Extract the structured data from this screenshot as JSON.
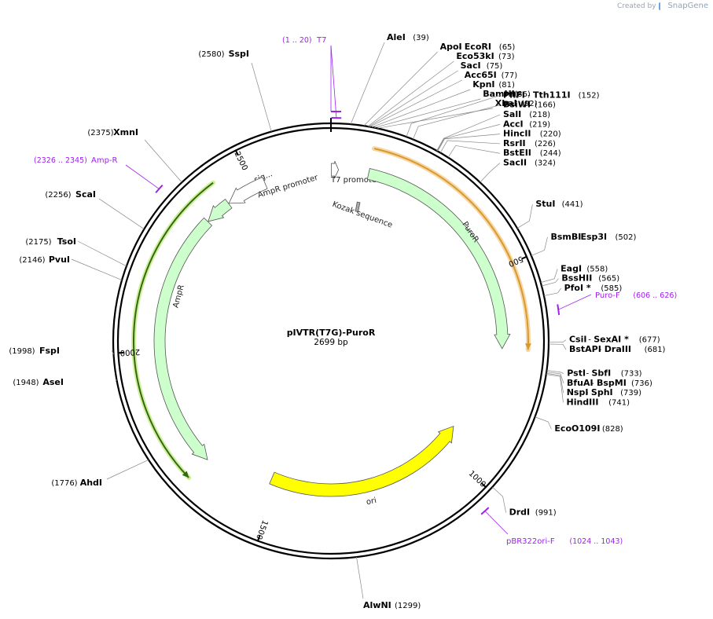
{
  "credit": {
    "prefix": "Created by",
    "brand": "SnapGene"
  },
  "plasmid": {
    "name": "pIVTR(T7G)-PuroR",
    "length_label": "2699 bp",
    "length": 2699
  },
  "ticks": [
    {
      "pos": 500,
      "label": "500"
    },
    {
      "pos": 1000,
      "label": "1000"
    },
    {
      "pos": 1500,
      "label": "1500"
    },
    {
      "pos": 2000,
      "label": "2000"
    },
    {
      "pos": 2500,
      "label": "2500"
    }
  ],
  "sites": [
    {
      "name": "AleI",
      "pos_label": "(39)",
      "pos": 39
    },
    {
      "name": "ApoI",
      "name2": "EcoRI",
      "pos_label": "(65)",
      "pos": 65
    },
    {
      "name": "Eco53kI",
      "pos_label": "(73)",
      "pos": 73
    },
    {
      "name": "SacI",
      "pos_label": "(75)",
      "pos": 75
    },
    {
      "name": "Acc65I",
      "pos_label": "(77)",
      "pos": 77
    },
    {
      "name": "KpnI",
      "pos_label": "(81)",
      "pos": 81
    },
    {
      "name": "BamHI",
      "pos_label": "(86)",
      "pos": 86
    },
    {
      "name": "XbaI",
      "pos_label": "(92)",
      "pos": 92
    },
    {
      "name": "PflFI",
      "name2": "Tth111I",
      "pos_label": "(152)",
      "pos": 152
    },
    {
      "name": "BsiWI",
      "pos_label": "(166)",
      "pos": 166
    },
    {
      "name": "SalI",
      "pos_label": "(218)",
      "pos": 218
    },
    {
      "name": "AccI",
      "pos_label": "(219)",
      "pos": 219
    },
    {
      "name": "HincII",
      "pos_label": "(220)",
      "pos": 220
    },
    {
      "name": "RsrII",
      "pos_label": "(226)",
      "pos": 226
    },
    {
      "name": "BstEII",
      "pos_label": "(244)",
      "pos": 244
    },
    {
      "name": "SacII",
      "pos_label": "(324)",
      "pos": 324
    },
    {
      "name": "StuI",
      "pos_label": "(441)",
      "pos": 441
    },
    {
      "name": "BsmBI",
      "name2": "Esp3I",
      "pos_label": "(502)",
      "pos": 502
    },
    {
      "name": "EagI",
      "pos_label": "(558)",
      "pos": 558
    },
    {
      "name": "BssHII",
      "pos_label": "(565)",
      "pos": 565
    },
    {
      "name": "PfoI *",
      "pos_label": "(585)",
      "pos": 585
    },
    {
      "name": "CsiI",
      "name2": "SexAI *",
      "pos_label": "(677)",
      "pos": 677
    },
    {
      "name": "BstAPI",
      "name2": "DraIII",
      "pos_label": "(681)",
      "pos": 681
    },
    {
      "name": "PstI",
      "name2": "SbfI",
      "pos_label": "(733)",
      "pos": 733
    },
    {
      "name": "BfuAI",
      "name2": "BspMI",
      "pos_label": "(736)",
      "pos": 736
    },
    {
      "name": "NspI",
      "name2": "SphI",
      "pos_label": "(739)",
      "pos": 739
    },
    {
      "name": "HindIII",
      "pos_label": "(741)",
      "pos": 741
    },
    {
      "name": "EcoO109I",
      "pos_label": "(828)",
      "pos": 828
    },
    {
      "name": "DrdI",
      "pos_label": "(991)",
      "pos": 991
    },
    {
      "name": "AlwNI",
      "pos_label": "(1299)",
      "pos": 1299
    },
    {
      "name": "AhdI",
      "pos_label": "(1776)",
      "pos": 1776
    },
    {
      "name": "AseI",
      "pos_label": "(1948)",
      "pos": 1948
    },
    {
      "name": "FspI",
      "pos_label": "(1998)",
      "pos": 1998
    },
    {
      "name": "PvuI",
      "pos_label": "(2146)",
      "pos": 2146
    },
    {
      "name": "TsoI",
      "pos_label": "(2175)",
      "pos": 2175
    },
    {
      "name": "ScaI",
      "pos_label": "(2256)",
      "pos": 2256
    },
    {
      "name": "XmnI",
      "pos_label": "(2375)",
      "pos": 2375
    },
    {
      "name": "SspI",
      "pos_label": "(2580)",
      "pos": 2580
    }
  ],
  "primers": [
    {
      "name": "T7",
      "range": "(1 .. 20)",
      "start": 1,
      "end": 20
    },
    {
      "name": "Puro-F",
      "range": "(606 .. 626)",
      "start": 606,
      "end": 626
    },
    {
      "name": "pBR322ori-F",
      "range": "(1024 .. 1043)",
      "start": 1024,
      "end": 1043
    },
    {
      "name": "Amp-R",
      "range": "(2326 .. 2345)",
      "start": 2326,
      "end": 2345
    }
  ],
  "features": [
    {
      "name": "T7 promoter",
      "start": 1,
      "end": 19,
      "strand": 1,
      "color": "#ffffff"
    },
    {
      "name": "Kozak sequence",
      "start": 80,
      "end": 89,
      "strand": 0,
      "color": "#a8a8a8"
    },
    {
      "name": "PuroR",
      "start": 95,
      "end": 694,
      "strand": 1,
      "color": "#ccffcc"
    },
    {
      "name": "ori",
      "start": 936,
      "end": 1524,
      "strand": -1,
      "color": "#ffff00"
    },
    {
      "name": "AmpR",
      "start": 1695,
      "end": 2355,
      "strand": -1,
      "color": "#ccffcc"
    },
    {
      "name": "sig...",
      "start": 2356,
      "end": 2424,
      "strand": -1,
      "color": "#ccffcc"
    },
    {
      "name": "AmpR promoter",
      "start": 2425,
      "end": 2529,
      "strand": -1,
      "color": "#ffffff"
    }
  ],
  "orfs": [
    {
      "start": 95,
      "end": 694,
      "strand": 1,
      "color": "#d99a2b",
      "glow": "#f6d7a7"
    },
    {
      "start": 1695,
      "end": 2424,
      "strand": -1,
      "color": "#2e6b12",
      "glow": "#d2ee9a"
    }
  ]
}
